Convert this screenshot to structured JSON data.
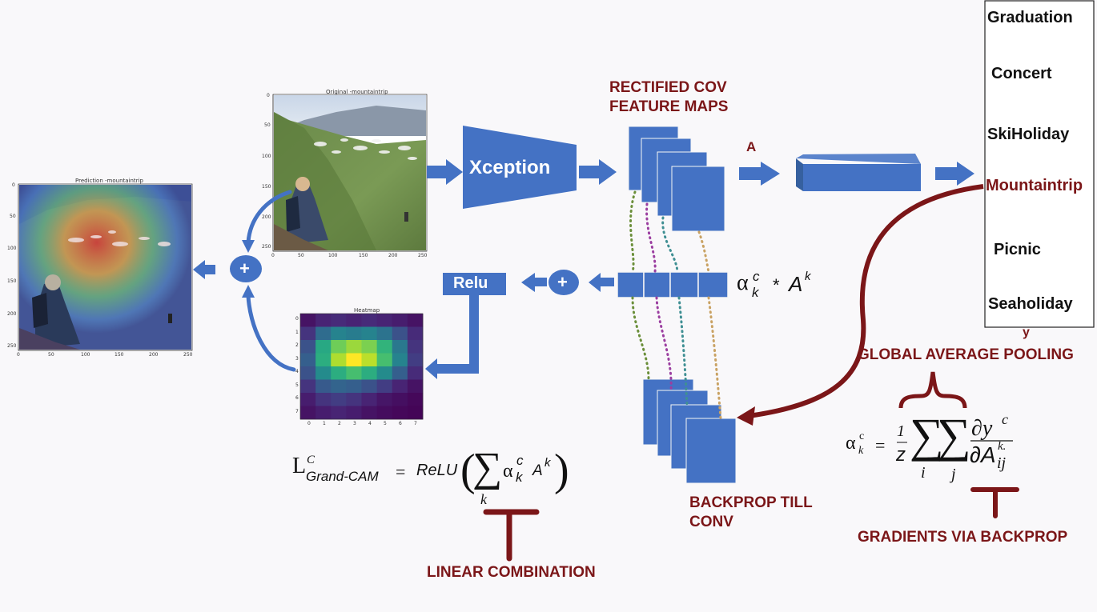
{
  "plots": {
    "original_title": "Original -mountaintrip",
    "prediction_title": "Prediction -mountaintrip",
    "heatmap_title": "Heatmap",
    "x_ticks": [
      "0",
      "50",
      "100",
      "150",
      "200",
      "250"
    ],
    "y_ticks": [
      "0",
      "50",
      "100",
      "150",
      "200",
      "250"
    ],
    "heatmap_ticks": [
      "0",
      "1",
      "2",
      "3",
      "4",
      "5",
      "6",
      "7"
    ],
    "heatmap_grid": [
      [
        0.05,
        0.1,
        0.12,
        0.1,
        0.12,
        0.1,
        0.08,
        0.05
      ],
      [
        0.15,
        0.35,
        0.45,
        0.42,
        0.45,
        0.38,
        0.25,
        0.12
      ],
      [
        0.25,
        0.6,
        0.78,
        0.85,
        0.8,
        0.65,
        0.4,
        0.15
      ],
      [
        0.3,
        0.62,
        0.88,
        1.0,
        0.9,
        0.7,
        0.45,
        0.18
      ],
      [
        0.25,
        0.48,
        0.62,
        0.7,
        0.62,
        0.48,
        0.3,
        0.12
      ],
      [
        0.15,
        0.28,
        0.32,
        0.3,
        0.25,
        0.18,
        0.1,
        0.05
      ],
      [
        0.08,
        0.15,
        0.18,
        0.15,
        0.1,
        0.06,
        0.04,
        0.02
      ],
      [
        0.05,
        0.08,
        0.1,
        0.08,
        0.05,
        0.03,
        0.02,
        0.01
      ]
    ]
  },
  "blocks": {
    "xception": "Xception",
    "relu": "Relu",
    "plus": "+"
  },
  "labels": {
    "rectified": "RECTIFIED COV\nFEATURE MAPS",
    "a": "A",
    "backprop_till_conv": "BACKPROP TILL\nCONV",
    "global_average_pooling": "GLOBAL AVERAGE POOLING",
    "gradients_via_backprop": "GRADIENTS VIA BACKPROP",
    "linear_combination": "LINEAR COMBINATION",
    "y": "y"
  },
  "classes": {
    "items": [
      "Graduation",
      "Concert",
      "SkiHoliday",
      "Mountaintrip",
      "Picnic",
      "Seaholiday"
    ],
    "selected": "Mountaintrip"
  },
  "formulas": {
    "alpha_a": {
      "alpha": "α",
      "c": "c",
      "k": "k",
      "star": "*",
      "A": "A",
      "sup_k": "k"
    },
    "grad": {
      "alpha": "α",
      "c": "c",
      "k": "k",
      "eq": "=",
      "one": "1",
      "z": "z",
      "i": "i",
      "j": "j",
      "dy": "∂y",
      "dy_c": "c",
      "dA": "∂A",
      "dA_k": "k.",
      "dA_ij": "ij"
    },
    "gradcam": {
      "L": "L",
      "c": "C",
      "sub": "Grand-CAM",
      "eq": "=",
      "relu": "ReLU",
      "sum_k": "k",
      "alpha": "α",
      "alpha_c": "c",
      "alpha_k": "k",
      "A": "A",
      "A_k": "k"
    }
  },
  "colors": {
    "block_blue": "#4472c4",
    "dark_red": "#7b1618",
    "dotted_green": "#6b8f3a",
    "dotted_purple": "#9b3ea0",
    "dotted_teal": "#3f8f93",
    "dotted_tan": "#c9a263"
  }
}
